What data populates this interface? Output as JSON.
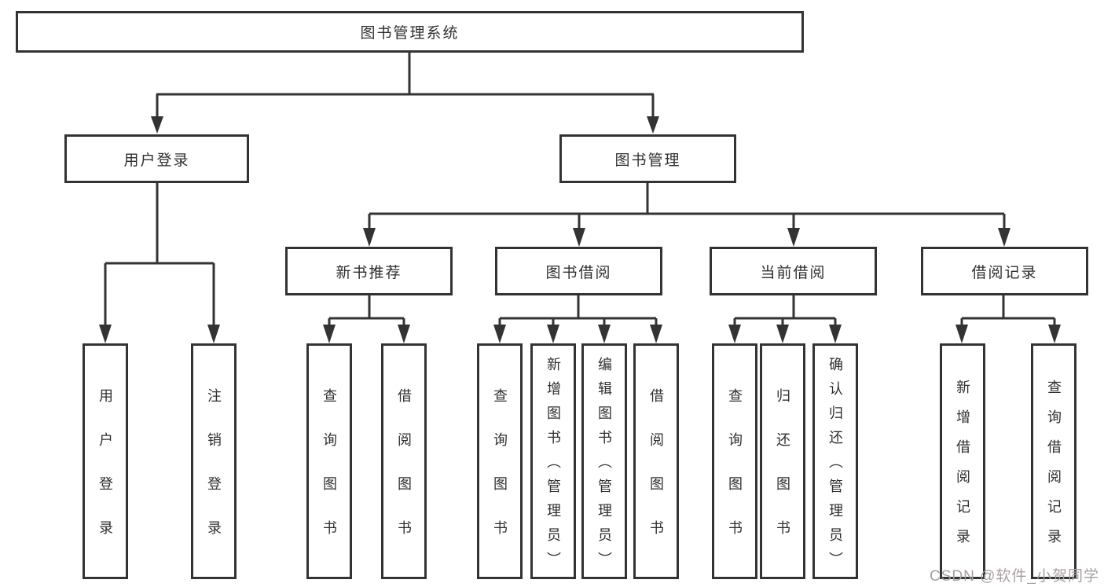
{
  "tree": {
    "root": "图书管理系统",
    "branches": [
      {
        "label": "用户登录",
        "children": [
          "用户登录",
          "注销登录"
        ]
      },
      {
        "label": "图书管理",
        "groups": [
          {
            "label": "新书推荐",
            "children": [
              "查询图书",
              "借阅图书"
            ]
          },
          {
            "label": "图书借阅",
            "children": [
              "查询图书",
              "新增图书（管理员）",
              "编辑图书（管理员）",
              "借阅图书"
            ]
          },
          {
            "label": "当前借阅",
            "children": [
              "查询图书",
              "归还图书",
              "确认归还（管理员）"
            ]
          },
          {
            "label": "借阅记录",
            "children": [
              "新增借阅记录",
              "查询借阅记录"
            ]
          }
        ]
      }
    ]
  },
  "watermark": "CSDN @软件_小贺同学",
  "colors": {
    "line": "#333333",
    "box_border": "#333333",
    "box_background": "#ffffff",
    "text": "#2f2f2f",
    "watermark": "#a89f9f",
    "page_background": "#ffffff"
  }
}
